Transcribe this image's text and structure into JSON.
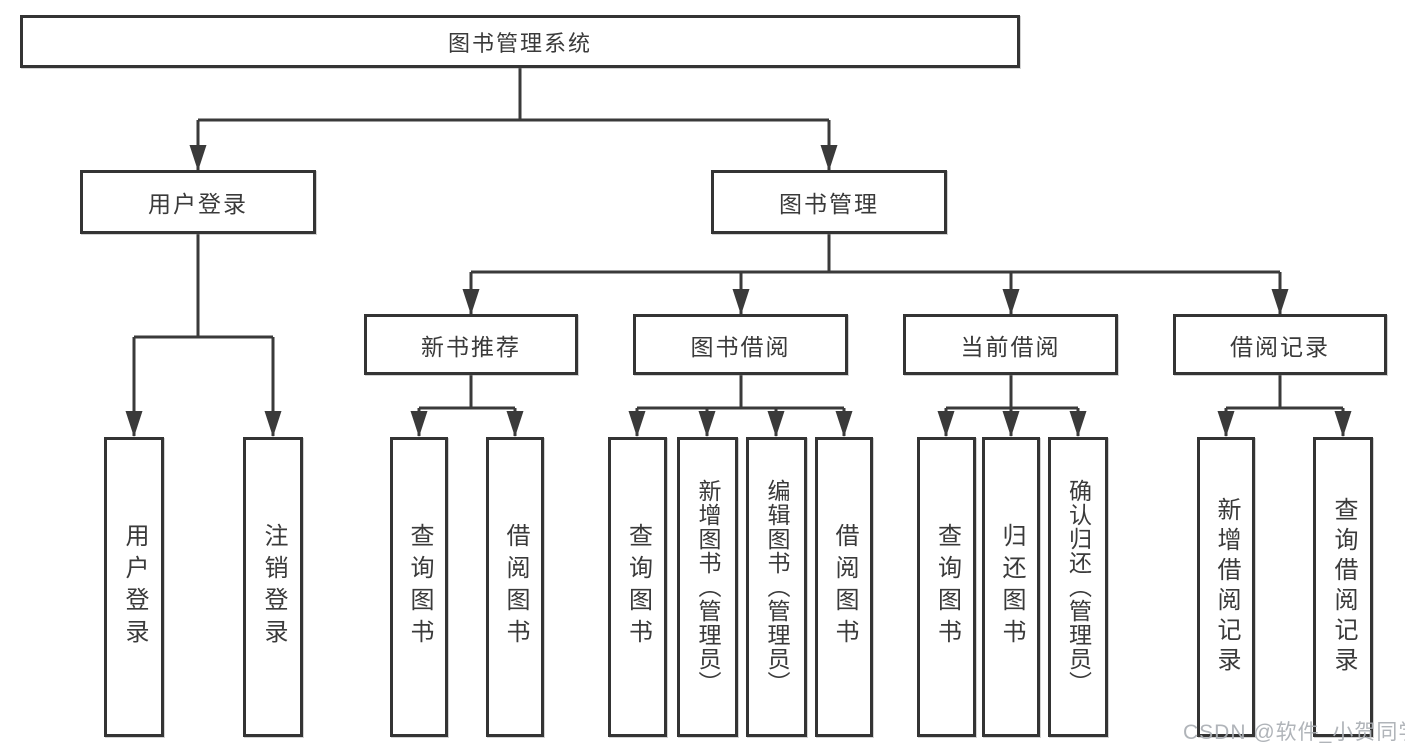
{
  "tree": {
    "root": {
      "label": "图书管理系统",
      "children": [
        {
          "label": "用户登录",
          "children": [
            {
              "label": "用户登录"
            },
            {
              "label": "注销登录"
            }
          ]
        },
        {
          "label": "图书管理",
          "children": [
            {
              "label": "新书推荐",
              "children": [
                {
                  "label": "查询图书"
                },
                {
                  "label": "借阅图书"
                }
              ]
            },
            {
              "label": "图书借阅",
              "children": [
                {
                  "label": "查询图书"
                },
                {
                  "label": "新增图书（管理员）"
                },
                {
                  "label": "编辑图书（管理员）"
                },
                {
                  "label": "借阅图书"
                }
              ]
            },
            {
              "label": "当前借阅",
              "children": [
                {
                  "label": "查询图书"
                },
                {
                  "label": "归还图书"
                },
                {
                  "label": "确认归还（管理员）"
                }
              ]
            },
            {
              "label": "借阅记录",
              "children": [
                {
                  "label": "新增借阅记录"
                },
                {
                  "label": "查询借阅记录"
                }
              ]
            }
          ]
        }
      ]
    }
  },
  "watermark": "CSDN @软件_小贺同学",
  "colors": {
    "line": "#3a3a3a",
    "box_border": "#343434",
    "text": "#3a3a3a",
    "watermark": "#acb0b5",
    "background": "#ffffff"
  }
}
